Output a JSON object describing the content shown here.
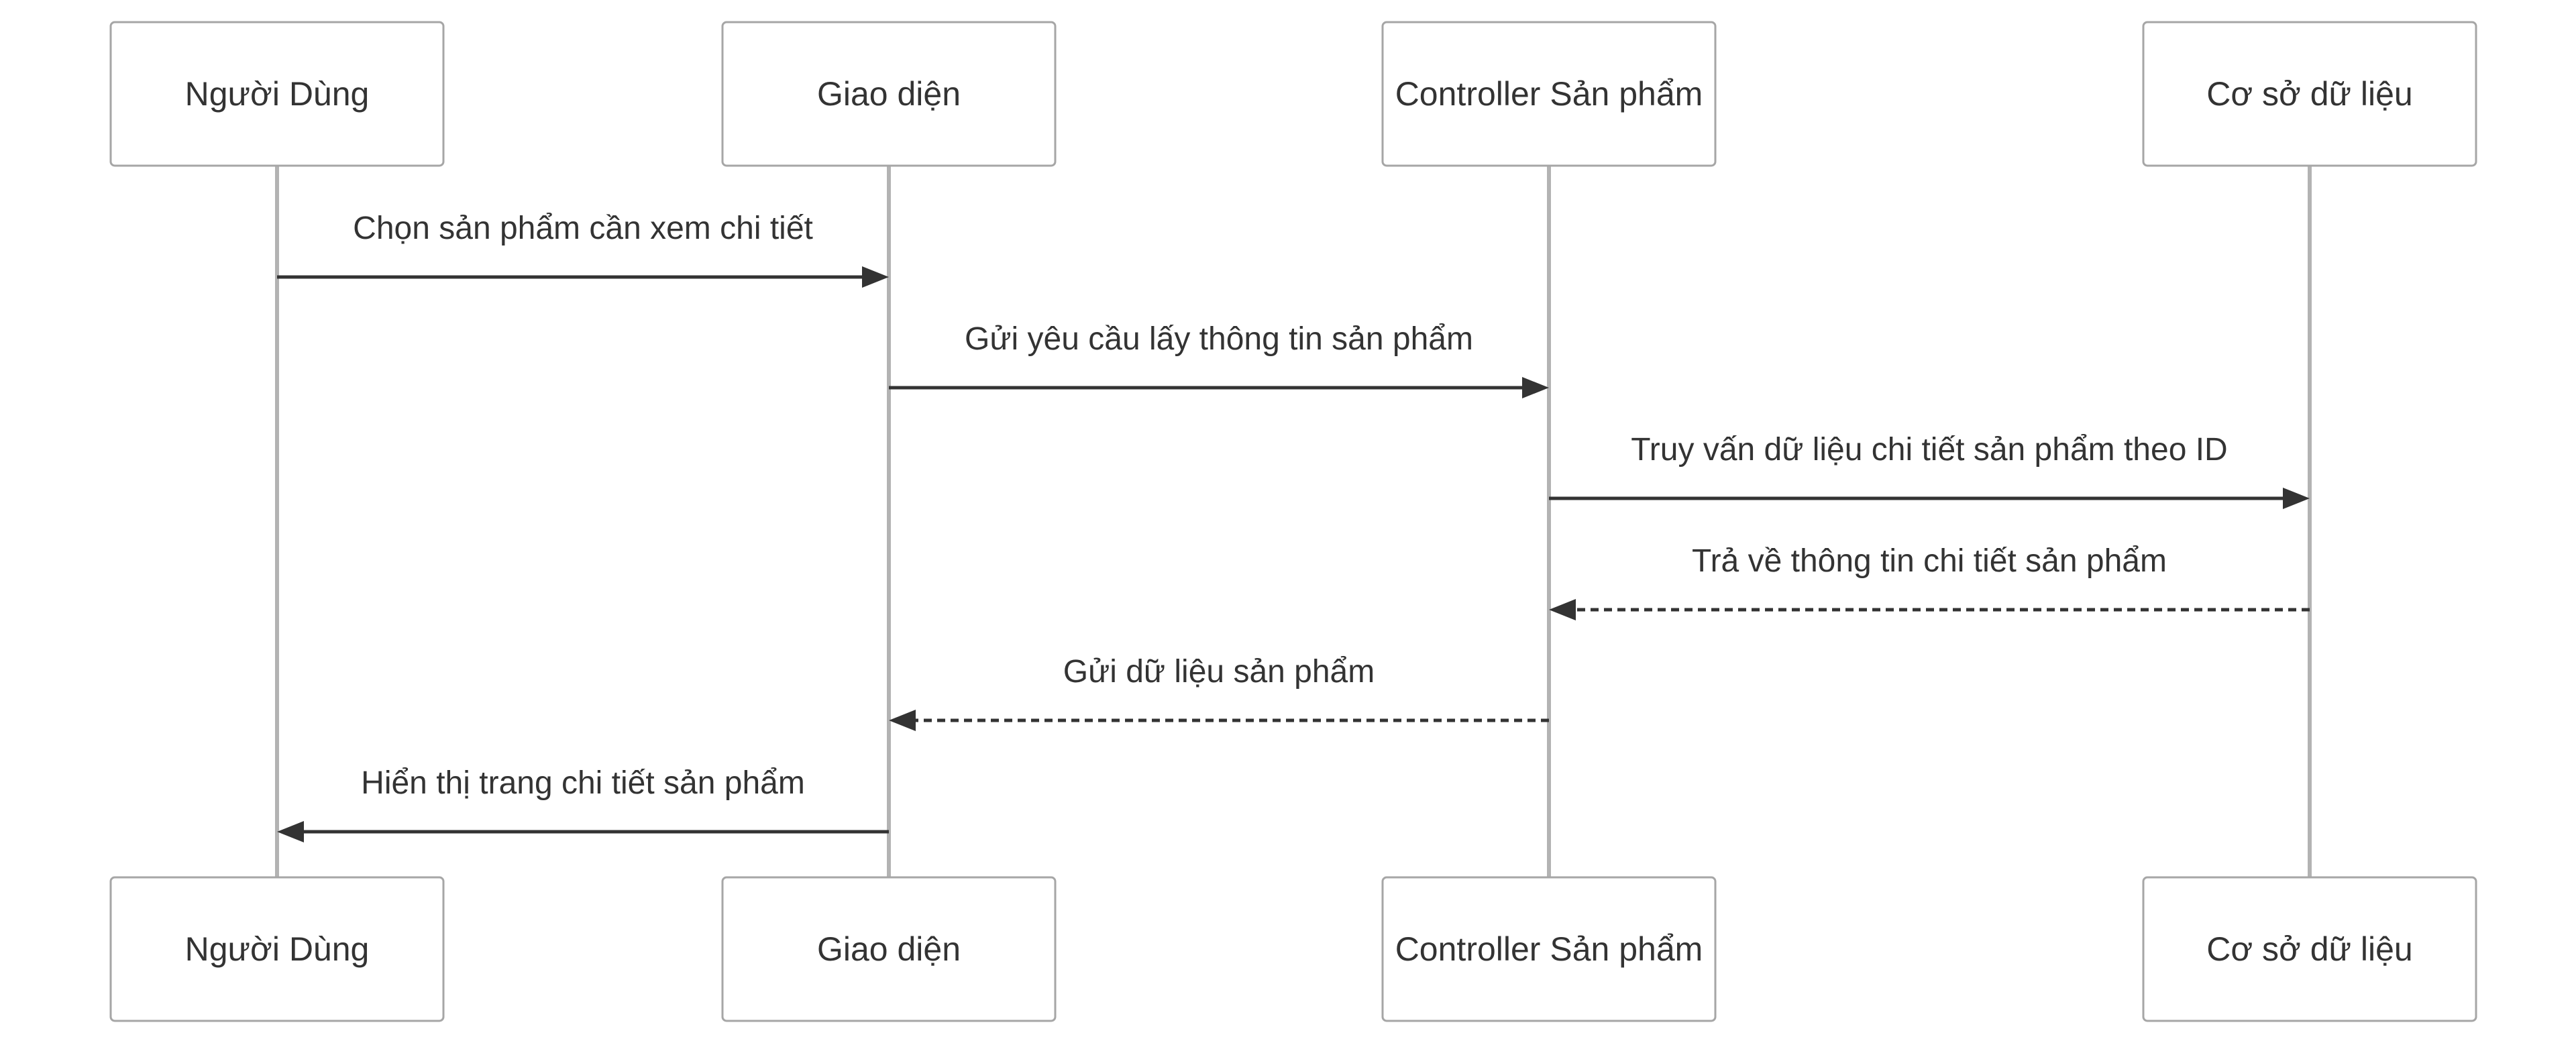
{
  "diagram": {
    "participants": [
      {
        "id": "user",
        "label": "Người Dùng"
      },
      {
        "id": "ui",
        "label": "Giao diện"
      },
      {
        "id": "controller",
        "label": "Controller Sản phẩm"
      },
      {
        "id": "db",
        "label": "Cơ sở dữ liệu"
      }
    ],
    "messages": [
      {
        "from": "user",
        "to": "ui",
        "label": "Chọn sản phẩm cần xem chi tiết",
        "style": "solid"
      },
      {
        "from": "ui",
        "to": "controller",
        "label": "Gửi yêu cầu lấy thông tin sản phẩm",
        "style": "solid"
      },
      {
        "from": "controller",
        "to": "db",
        "label": "Truy vấn dữ liệu chi tiết sản phẩm theo ID",
        "style": "solid"
      },
      {
        "from": "db",
        "to": "controller",
        "label": "Trả về thông tin chi tiết sản phẩm",
        "style": "dashed"
      },
      {
        "from": "controller",
        "to": "ui",
        "label": "Gửi dữ liệu sản phẩm",
        "style": "dashed"
      },
      {
        "from": "ui",
        "to": "user",
        "label": "Hiển thị trang chi tiết sản phẩm",
        "style": "solid"
      }
    ],
    "colors": {
      "line": "#333333",
      "lifeline": "#b3b3b3",
      "box_border": "#a6a6a6",
      "text": "#333333"
    }
  }
}
